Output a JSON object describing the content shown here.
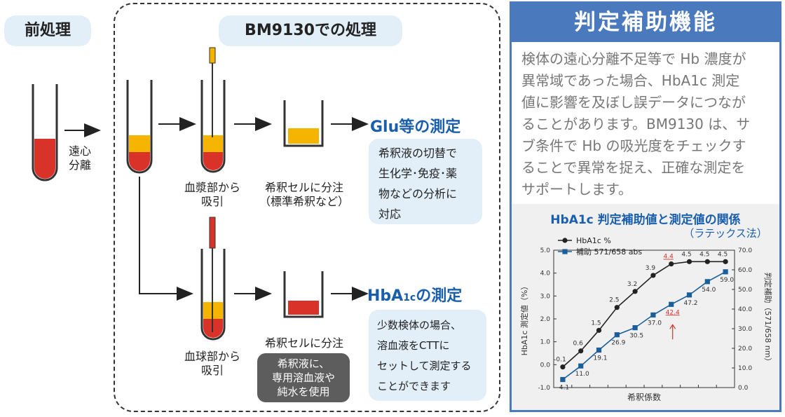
{
  "left": {
    "pretreat_label": "前処理",
    "bm_label": "BM9130での処理",
    "centrifuge_label": [
      "遠心",
      "分離"
    ],
    "plasma_label": [
      "血漿部から",
      "吸引"
    ],
    "blood_label": [
      "血球部から",
      "吸引"
    ],
    "cell_dispense_std": [
      "希釈セルに分注",
      "（標準希釈など）"
    ],
    "cell_dispense": "希釈セルに分注",
    "glu_heading": "Glu等の測定",
    "hba1c_heading_pre": "HbA",
    "hba1c_heading_sub": "1c",
    "hba1c_heading_post": "の測定",
    "glu_desc": [
      "希釈液の切替で",
      "生化学･免疫･薬",
      "物などの分析に",
      "対応"
    ],
    "hba1c_desc": [
      "少数検体の場合、",
      "溶血液をCTTに",
      "セットして測定する",
      "ことができます"
    ],
    "gray_note": [
      "希釈液に、",
      "専用溶血液や",
      "純水を使用"
    ]
  },
  "right": {
    "title": "判定補助機能",
    "desc": [
      "検体の遠心分離不足等で Hb 濃度が",
      "異常域であった場合、HbA1c 測定",
      "値に影響を及ぼし誤データにつなが",
      "ることがあります。BM9130 は、サ",
      "ブ条件で Hb の吸光度をチェックす",
      "ることで異常を捉え、正確な測定を",
      "サポートします。"
    ]
  },
  "chart_data": {
    "type": "line",
    "title": "HbA1c 判定補助値と測定値の関係",
    "subtitle": "（ラテックス法）",
    "xlabel": "希釈係数",
    "ylabel_left": "HbA1c 測定値（%）",
    "ylabel_right": "判定補助（571/658 nm）",
    "ylim_left": [
      -1.0,
      5.0
    ],
    "ylim_right": [
      0.0,
      70.0
    ],
    "yticks_left": [
      "-1.0",
      "0.0",
      "1.0",
      "2.0",
      "3.0",
      "4.0",
      "5.0"
    ],
    "yticks_right": [
      "0.0",
      "10.0",
      "20.0",
      "30.0",
      "40.0",
      "50.0",
      "60.0",
      "70.0"
    ],
    "legend_position": "top-left",
    "series": [
      {
        "name": "HbA1c %",
        "axis": "left",
        "color": "#222222",
        "marker": "circle",
        "values": [
          -0.1,
          0.6,
          1.5,
          2.5,
          3.2,
          3.9,
          4.4,
          4.5,
          4.5,
          4.5
        ],
        "labels": [
          "-0.1",
          "0.6",
          "1.5",
          "2.5",
          "3.2",
          "3.9",
          "4.4",
          "4.5",
          "4.5",
          "4.5"
        ]
      },
      {
        "name": "補助 571/658 abs",
        "axis": "right",
        "color": "#1a5f9a",
        "marker": "square",
        "values": [
          4.1,
          11.0,
          19.1,
          26.9,
          30.5,
          37.0,
          42.4,
          47.2,
          54.0,
          59.0
        ],
        "labels": [
          "4.1",
          "11.0",
          "19.1",
          "26.9",
          "30.5",
          "37.0",
          "42.4",
          "47.2",
          "54.0",
          "59.0"
        ]
      }
    ],
    "highlight_color": "#d9342b",
    "highlight_index": 6
  },
  "colors": {
    "blood": "#d83229",
    "plasma": "#f5b400",
    "accent_blue": "#1a5fad",
    "panel_blue": "#4b79bd",
    "pill_bg": "#e2eef8"
  }
}
